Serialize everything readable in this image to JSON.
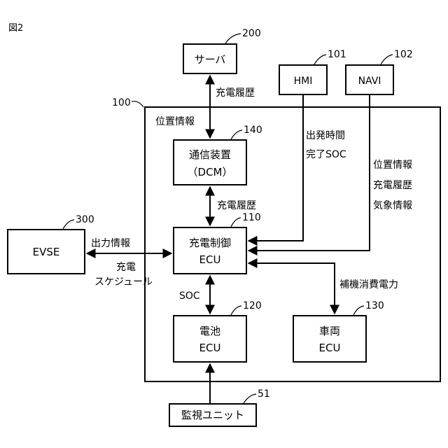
{
  "figure_label": "図2",
  "blocks": {
    "server": {
      "label": "サーバ",
      "ref": "200"
    },
    "hmi": {
      "label": "HMI",
      "ref": "101"
    },
    "navi": {
      "label": "NAVI",
      "ref": "102"
    },
    "vehicle": {
      "ref": "100"
    },
    "dcm": {
      "line1": "通信装置",
      "line2": "（DCM）",
      "ref": "140"
    },
    "charge_ecu": {
      "line1": "充電制御",
      "line2": "ECU",
      "ref": "110"
    },
    "battery_ecu": {
      "line1": "電池",
      "line2": "ECU",
      "ref": "120"
    },
    "body_ecu": {
      "line1": "車両",
      "line2": "ECU",
      "ref": "130"
    },
    "evse": {
      "label": "EVSE",
      "ref": "300"
    },
    "monitor": {
      "label": "監視ユニット",
      "ref": "51"
    }
  },
  "signals": {
    "server_dcm_1": "充電履歴",
    "server_dcm_2": "位置情報",
    "hmi_1": "出発時間",
    "hmi_2": "完了SOC",
    "navi_1": "位置情報",
    "navi_2": "充電履歴",
    "navi_3": "気象情報",
    "dcm_ecu": "充電履歴",
    "evse_out": "出力情報",
    "evse_in_1": "充電",
    "evse_in_2": "スケジュール",
    "soc": "SOC",
    "aux": "補機消費電力"
  }
}
